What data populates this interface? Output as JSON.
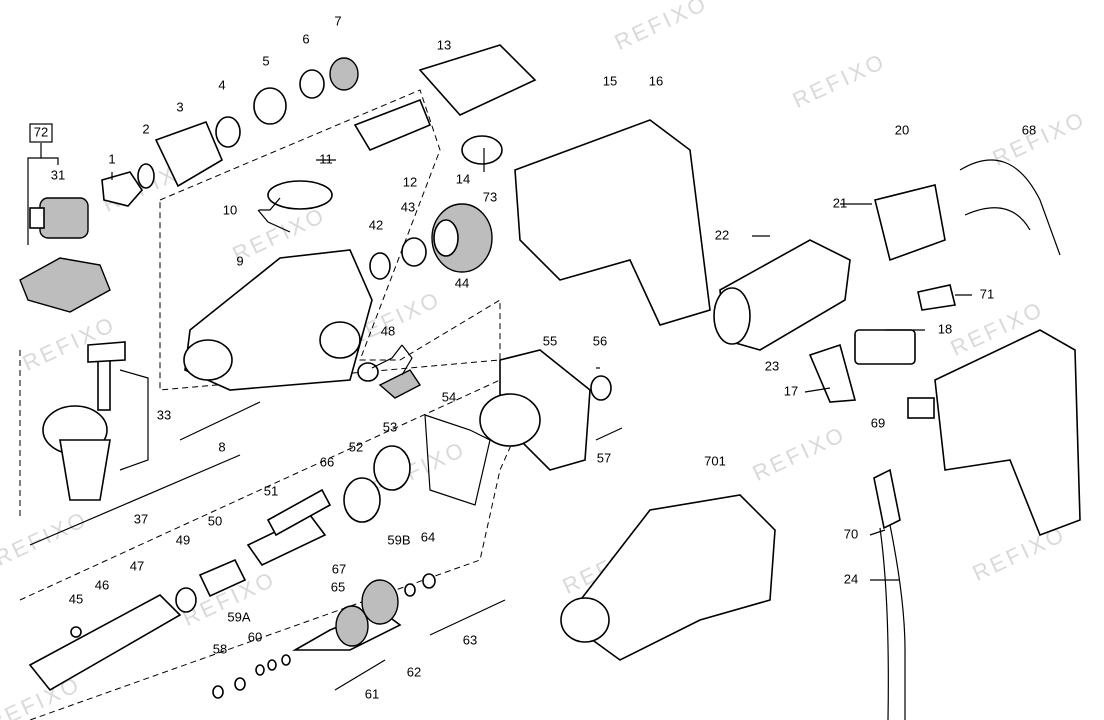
{
  "watermark": "REFIXO",
  "labels": [
    "72",
    "31",
    "1",
    "2",
    "3",
    "4",
    "5",
    "6",
    "7",
    "11",
    "10",
    "9",
    "42",
    "43",
    "44",
    "13",
    "12",
    "14",
    "73",
    "15",
    "16",
    "20",
    "68",
    "21",
    "22",
    "71",
    "18",
    "23",
    "17",
    "69",
    "70",
    "24",
    "33",
    "8",
    "37",
    "45",
    "46",
    "47",
    "49",
    "50",
    "51",
    "66",
    "52",
    "53",
    "54",
    "55",
    "56",
    "57",
    "48",
    "67",
    "65",
    "59B",
    "64",
    "59A",
    "60",
    "58",
    "61",
    "62",
    "63",
    "701"
  ]
}
